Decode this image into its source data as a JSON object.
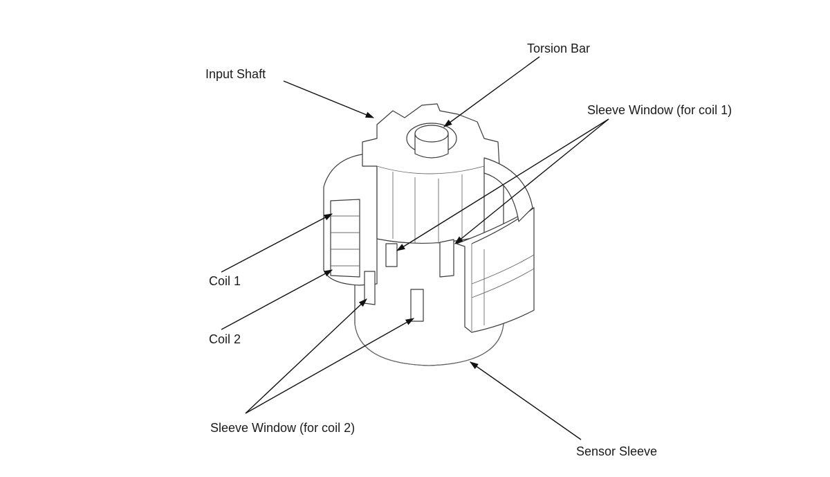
{
  "labels": {
    "input_shaft": "Input Shaft",
    "torsion_bar": "Torsion Bar",
    "sleeve_window_coil1": "Sleeve Window (for coil 1)",
    "coil_1": "Coil 1",
    "coil_2": "Coil 2",
    "sleeve_window_coil2": "Sleeve Window (for coil 2)",
    "sensor_sleeve": "Sensor Sleeve"
  },
  "colors": {
    "line": "#3a3a3a",
    "leader": "#111111",
    "background": "#ffffff"
  }
}
